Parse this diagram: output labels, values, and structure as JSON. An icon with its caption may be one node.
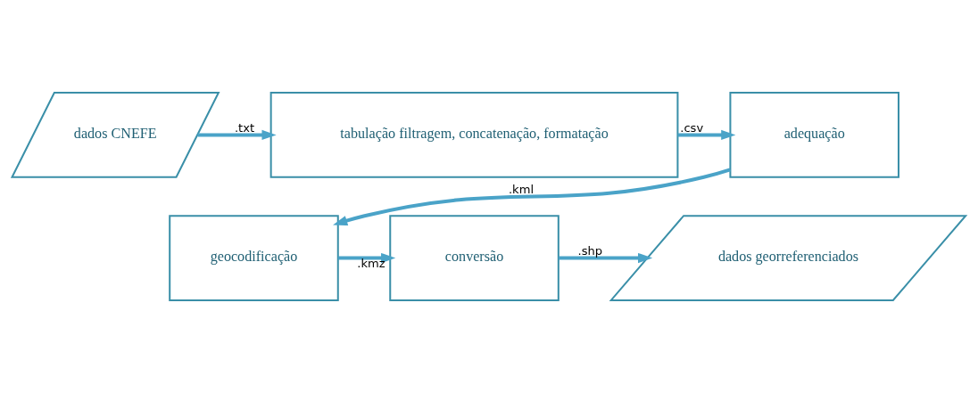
{
  "diagram": {
    "nodes": [
      {
        "text": [
          "dados CNEFE"
        ]
      },
      {
        "text": [
          "tabulação filtragem, concatenação, formatação"
        ]
      },
      {
        "text": [
          "adequação"
        ]
      },
      {
        "text": [
          "geocodificação"
        ]
      },
      {
        "text": [
          "conversão"
        ]
      },
      {
        "text": [
          "dados georreferenciados"
        ]
      }
    ],
    "edges": [
      {
        "from": 0,
        "to": 1,
        "arrow": "to",
        "label": ".txt"
      },
      {
        "from": 1,
        "to": 2,
        "arrow": "to",
        "label": ".csv"
      },
      {
        "from": 2,
        "to": 3,
        "arrow": "to",
        "label": ".kml"
      },
      {
        "from": 3,
        "to": 4,
        "arrow": "to",
        "label": ".kmz"
      },
      {
        "from": 4,
        "to": 5,
        "arrow": "to",
        "label": ".shp"
      }
    ]
  }
}
